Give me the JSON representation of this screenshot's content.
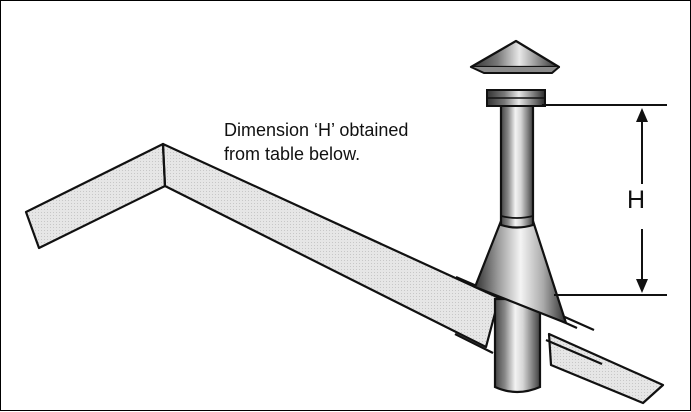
{
  "note": {
    "line1": "Dimension ‘H’ obtained",
    "line2": "from table below."
  },
  "dimension": {
    "label": "H"
  },
  "colors": {
    "ink": "#111111",
    "roof_fill": "#e6e6e6",
    "pipe_dark": "#555555",
    "pipe_light": "#f2f2f2"
  }
}
